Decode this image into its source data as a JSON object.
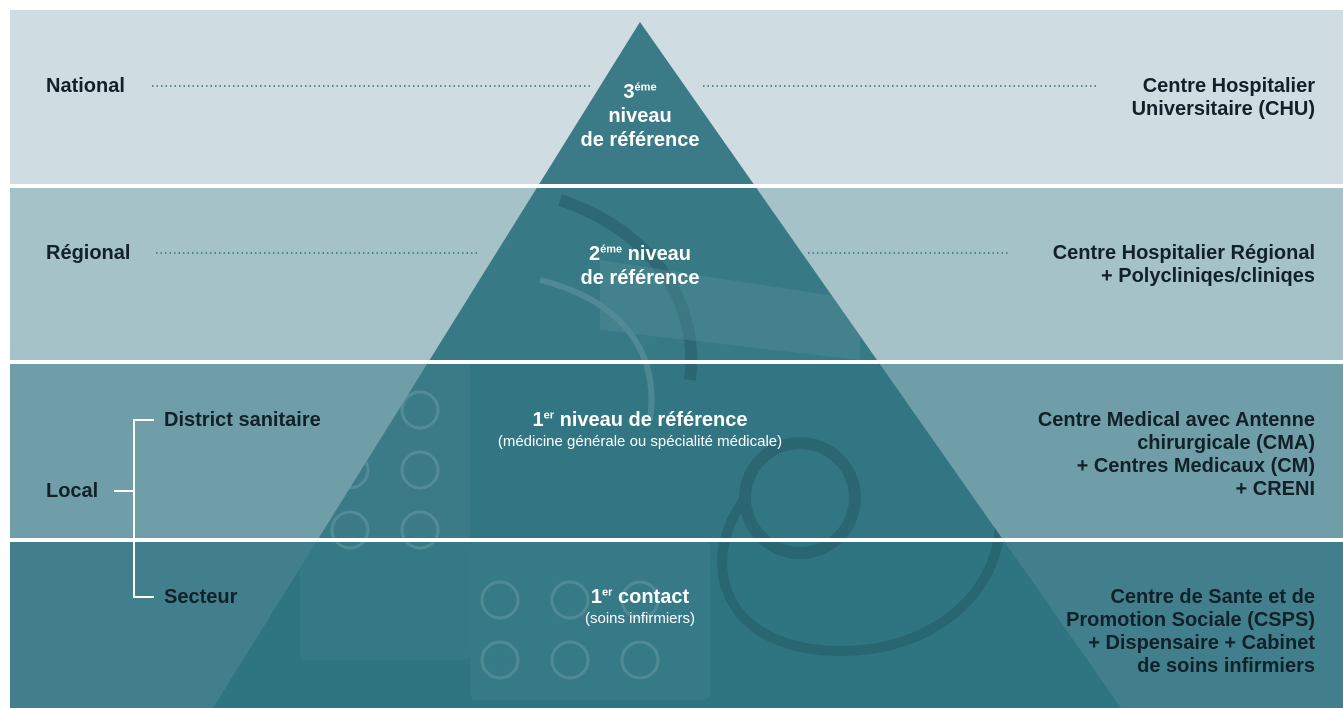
{
  "levels": {
    "national": {
      "label": "National",
      "pyramid": {
        "num": "3",
        "sup": "éme",
        "line1": "niveau",
        "line2": "de référence"
      },
      "facility": [
        "Centre Hospitalier",
        "Universitaire (CHU)"
      ]
    },
    "regional": {
      "label": "Régional",
      "pyramid": {
        "num": "2",
        "sup": "éme",
        "line1": " niveau",
        "line2": "de référence"
      },
      "facility": [
        "Centre Hospitalier Régional",
        "+ Polycliniqes/cliniqes"
      ]
    },
    "local": {
      "label": "Local",
      "district": {
        "label": "District sanitaire",
        "pyramid": {
          "num": "1",
          "sup": "er",
          "title": " niveau de référence",
          "sub": "(médicine générale ou spécialité médicale)"
        },
        "facility": [
          "Centre Medical avec Antenne",
          "chirurgicale (CMA)",
          "+ Centres Medicaux (CM)",
          "+ CRENI"
        ]
      },
      "secteur": {
        "label": "Secteur",
        "pyramid": {
          "num": "1",
          "sup": "er",
          "title": " contact",
          "sub": "(soins infirmiers)"
        },
        "facility": [
          "Centre de Sante et de",
          "Promotion Sociale (CSPS)",
          "+ Dispensaire + Cabinet",
          "de soins infirmiers"
        ]
      }
    }
  },
  "colors": {
    "national_band": "#cfdce1",
    "regional_band": "#a5c2c8",
    "district_band": "#6f9ea8",
    "secteur_band": "#417f8c",
    "pyramid": "#2e7380",
    "text": "#12202a",
    "dotted_line": "#2e6f7c"
  }
}
